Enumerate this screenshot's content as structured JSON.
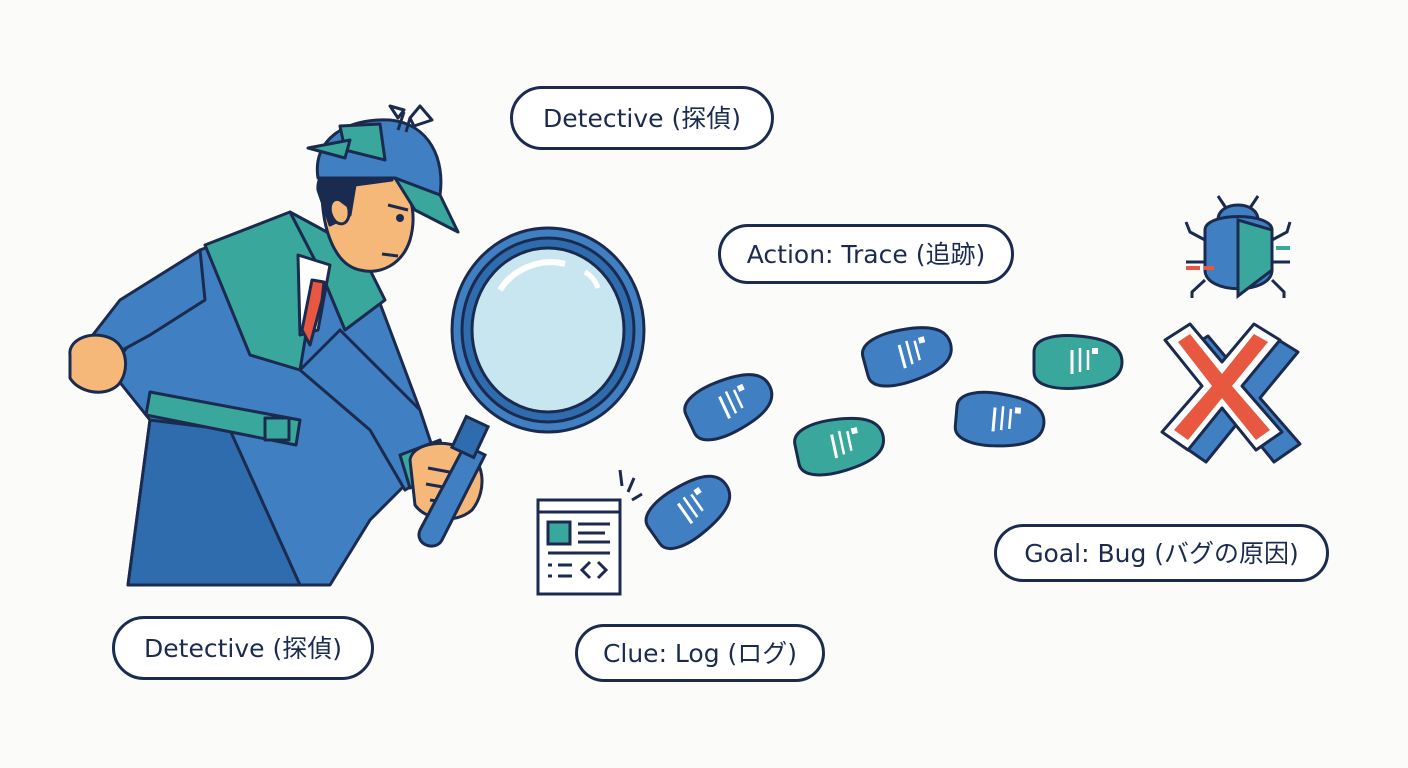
{
  "labels": {
    "detective_top": "Detective (探偵)",
    "action": "Action: Trace (追跡)",
    "goal": "Goal: Bug (バグの原因)",
    "detective_bottom": "Detective (探偵)",
    "clue": "Clue: Log (ログ)"
  },
  "icons": {
    "detective": "detective-figure",
    "magnifier": "magnifying-glass-icon",
    "log": "log-document-icon",
    "footprints": "footprint-icon",
    "bug": "bug-icon",
    "cross": "x-mark-icon"
  },
  "colors": {
    "outline": "#1b2b4f",
    "blue": "#3f7fc2",
    "teal": "#3aa79d",
    "skin": "#f5b878",
    "red": "#e8573f",
    "lens": "#c8e6ef",
    "background": "#fbfbf9"
  }
}
